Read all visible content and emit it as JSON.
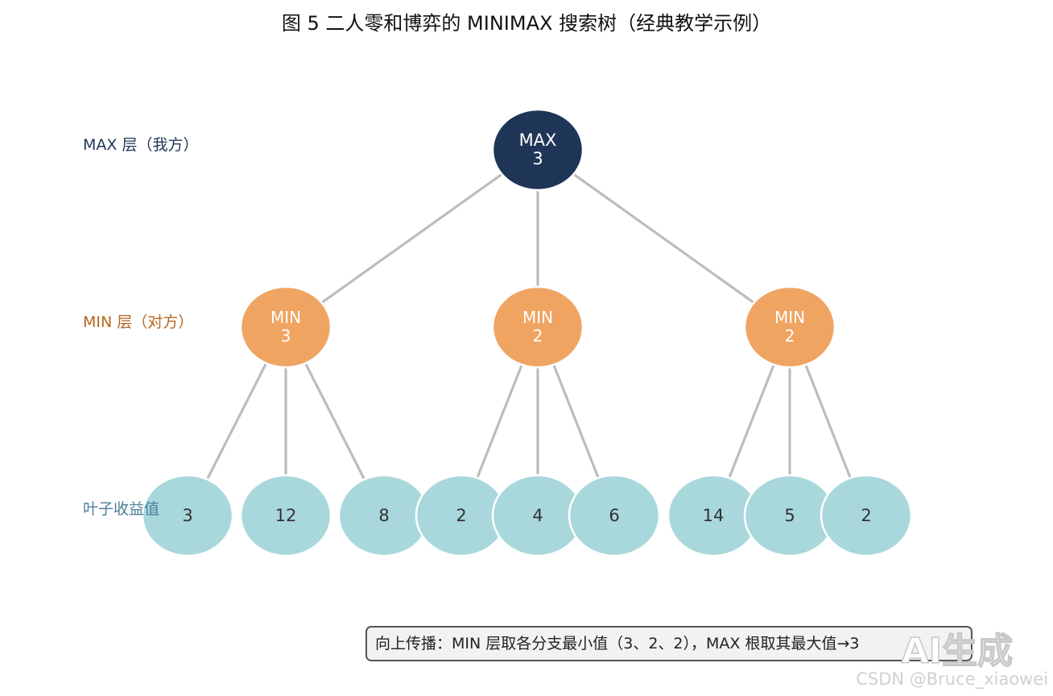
{
  "title": "图 5  二人零和博弈的 MINIMAX 搜索树（经典教学示例）",
  "levels": {
    "max": "MAX 层（我方）",
    "min": "MIN 层（对方）",
    "leaf": "叶子收益值"
  },
  "colors": {
    "max_node": "#1f3557",
    "min_node": "#f0a462",
    "leaf_node": "#a8d8dc",
    "edge": "#bdbdbd",
    "max_label": "#1f3557",
    "min_label": "#b5651d",
    "leaf_label": "#4a7f9a"
  },
  "tree": {
    "root": {
      "type": "MAX",
      "value": "3"
    },
    "min_nodes": [
      {
        "type": "MIN",
        "value": "3",
        "leaves": [
          "3",
          "12",
          "8"
        ]
      },
      {
        "type": "MIN",
        "value": "2",
        "leaves": [
          "2",
          "4",
          "6"
        ]
      },
      {
        "type": "MIN",
        "value": "2",
        "leaves": [
          "14",
          "5",
          "2"
        ]
      }
    ]
  },
  "note": "向上传播：MIN 层取各分支最小值（3、2、2），MAX 根取其最大值→3",
  "watermark": {
    "big": "AI生成",
    "small": "CSDN @Bruce_xiaowei"
  }
}
